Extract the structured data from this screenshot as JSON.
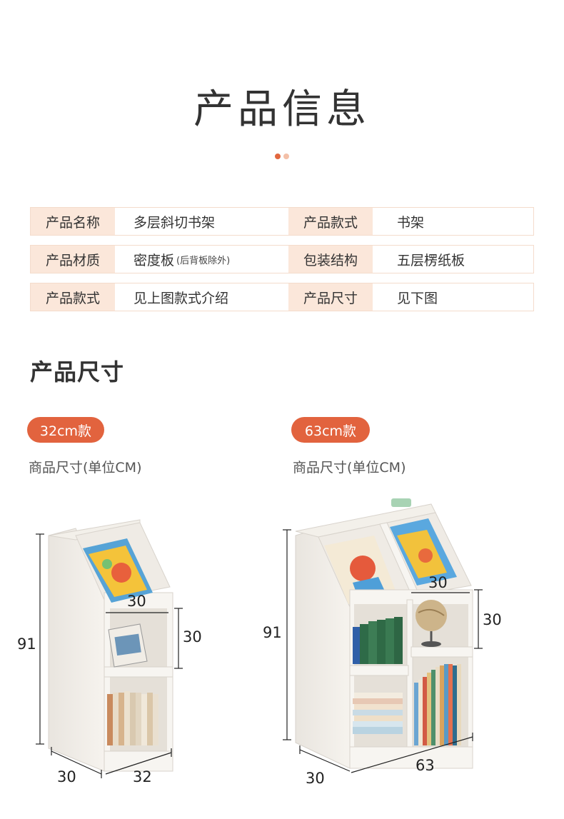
{
  "header": {
    "title": "产品信息",
    "dot_colors": [
      "#e2673f",
      "#f3c0a8"
    ]
  },
  "info_table": [
    {
      "label1": "产品名称",
      "value1": "多层斜切书架",
      "value1_note": "",
      "label2": "产品款式",
      "value2": "书架"
    },
    {
      "label1": "产品材质",
      "value1": "密度板",
      "value1_note": "(后背板除外)",
      "label2": "包装结构",
      "value2": "五层楞纸板"
    },
    {
      "label1": "产品款式",
      "value1": "见上图款式介绍",
      "value1_note": "",
      "label2": "产品尺寸",
      "value2": "见下图"
    }
  ],
  "size_section": {
    "title": "产品尺寸",
    "accent_color": "#e2633e",
    "models": [
      {
        "pill": "32cm款",
        "unit_note": "商品尺寸(单位CM)",
        "dims": {
          "height": "91",
          "top_width": "30",
          "shelf_height": "30",
          "depth": "30",
          "width": "32"
        }
      },
      {
        "pill": "63cm款",
        "unit_note": "商品尺寸(单位CM)",
        "dims": {
          "height": "91",
          "top_width": "30",
          "shelf_height": "30",
          "depth": "30",
          "width": "63"
        }
      }
    ]
  }
}
